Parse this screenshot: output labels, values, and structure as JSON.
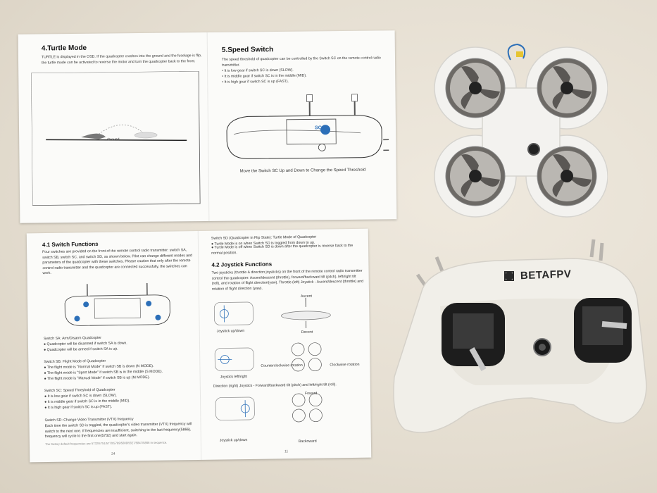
{
  "manual_top": {
    "turtle": {
      "heading": "4.Turtle Mode",
      "body": "TURTLE is displayed in the OSD. If the quadcopter crashes into the ground and the fuselage is flip, the turtle mode can be activated to reverse the motor and turn the quadcopter back to the front.",
      "ground_label": "Ground"
    },
    "speed": {
      "heading": "5.Speed Switch",
      "intro": "The speed threshold of quadcopter can be controlled by the Switch SC on the remote control radio transmitter.",
      "bullets": [
        "It is low gear if switch SC is down (SLOW).",
        "It is middle gear if switch SC is in the middle (MID).",
        "It is high gear if switch SC is up (FAST)."
      ],
      "caption": "Move the Switch SC Up and Down to Change the Speed Threshold",
      "sc_label": "SC"
    }
  },
  "manual_bottom": {
    "switch_functions": {
      "heading": "4.1 Switch Functions",
      "intro": "Four switches are provided on the front of the remote control radio transmitter: switch SA, switch SB, switch SC, and switch SD, as shown below. Pilot can change different modes and parameters of the quadcopter with these switches. Please caution that only after the remote control radio transmitter and the quadcopter are connected successfully, the switches can work.",
      "sa_title": "Switch SA: Arm/Disarm Quadcopter",
      "sa_items": [
        "Quadcopter will be disarmed if switch SA is down.",
        "Quadcopter will be armed if switch SA is up."
      ],
      "sb_title": "Switch SB: Flight Mode of Quadcopter",
      "sb_items": [
        "The flight mode is \"Normal Mode\" if switch SB is down (N MODE).",
        "The flight mode is \"Sport Mode\" if switch SB is in the middle (S MODE).",
        "The flight mode is \"Manual Mode\" if switch SB is up (M MODE)."
      ],
      "sc_title": "Switch SC: Speed Threshold of Quadcopter",
      "sc_items": [
        "It is low gear if switch SC is down (SLOW).",
        "It is middle gear if switch SC is in the middle (MID).",
        "It is high gear if switch SC is up (FAST)."
      ],
      "sd_title": "Switch SD: Change Video Transmitter (VTX) frequency",
      "sd_body": "Each time the switch SD is toggled, the quadcopter's video transmitter (VTX) frequency will switch to the next one. If frequencies are insufficient, switching to the last frequency(5866), frequency will cycle to the first one(5732) and start again.",
      "note": "The factory default frequencies are 5732/5751/5770/5789/5808/5827/5847/5866 in sequence.",
      "page_num": "24"
    },
    "joystick": {
      "sd_intro": "Switch SD (Quadcopter in Flip State): Turtle Mode of Quadcopter",
      "sd_items": [
        "Turtle Mode is on when Switch SD is toggled from down to up.",
        "Turtle Mode is off when Switch SD is down after the quadcopter is reverse back to the normal position."
      ],
      "heading": "4.2 Joystick Functions",
      "body": "Two joysticks (throttle & direction joysticks) on the front of the remote control radio transmitter control the quadcopter: Ascent/descent (throttle), forward/backward tilt (pitch), left/right tilt (roll), and rotation of flight direction(yaw). Throttle (left) Joystick - Ascent/descent (throttle) and rotation of flight direction (yaw).",
      "ascent": "Ascent",
      "decent": "Decent",
      "joy_updown": "Joystick up/down",
      "joy_leftright": "Joystick left/right",
      "ccw": "Counterclockwise rotation",
      "cw": "Clockwise rotation",
      "direction_line": "Direction (right) Joystick - Forward/backward tilt (pitch) and left/right tilt (roll).",
      "forward": "Foward",
      "backward": "Backoward",
      "joy_updown2": "Joystick up/down",
      "page_num": "11"
    }
  },
  "controller": {
    "brand": "BETAFPV"
  },
  "colors": {
    "table": "#e4ddd0",
    "paper": "#fbfbf9",
    "plastic": "#f1efe9",
    "accent_blue": "#2c6fb8"
  }
}
